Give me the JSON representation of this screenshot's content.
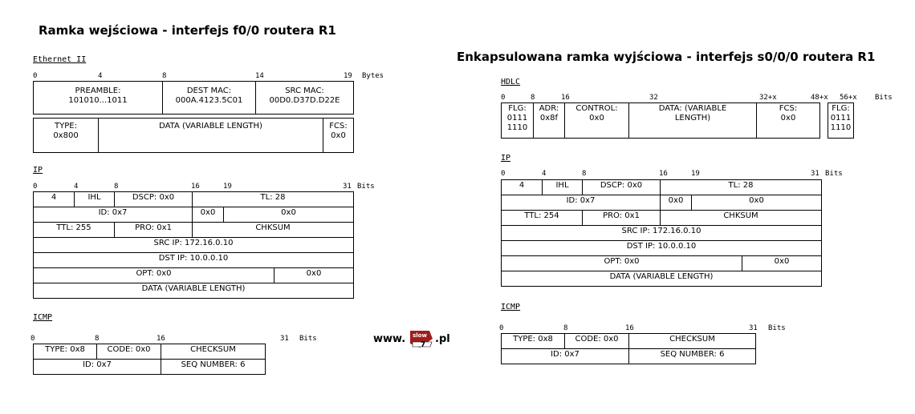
{
  "left_title": "Ramka wejściowa - interfejs f0/0 routera R1",
  "right_title": "Enkapsulowana ramka wyjściowa - interfejs s0/0/0 routera R1",
  "logo": {
    "prefix": "www.",
    "badge_top": "slow",
    "badge_num": "7",
    "suffix": ".pl"
  },
  "eth": {
    "label": "Ethernet II",
    "ruler": [
      "0",
      "4",
      "8",
      "14",
      "19",
      "Bytes"
    ],
    "cells": [
      "PREAMBLE:\n101010...1011",
      "DEST MAC:\n000A.4123.5C01",
      "SRC MAC:\n00D0.D37D.D22E",
      "TYPE:\n0x800",
      "DATA (VARIABLE LENGTH)",
      "FCS:\n0x0"
    ]
  },
  "ip_l": {
    "label": "IP",
    "ruler": [
      "0",
      "4",
      "8",
      "16",
      "19",
      "31",
      "Bits"
    ],
    "cells": [
      "4",
      "IHL",
      "DSCP: 0x0",
      "TL: 28",
      "ID: 0x7",
      "0x0",
      "0x0",
      "TTL: 255",
      "PRO: 0x1",
      "CHKSUM",
      "SRC IP: 172.16.0.10",
      "DST IP: 10.0.0.10",
      "OPT: 0x0",
      "0x0",
      "DATA (VARIABLE LENGTH)"
    ]
  },
  "icmp_l": {
    "label": "ICMP",
    "ruler": [
      "0",
      "8",
      "16",
      "31",
      "Bits"
    ],
    "cells": [
      "TYPE: 0x8",
      "CODE: 0x0",
      "CHECKSUM",
      "ID: 0x7",
      "SEQ NUMBER: 6"
    ]
  },
  "hdlc": {
    "label": "HDLC",
    "ruler": [
      "0",
      "8",
      "16",
      "32",
      "32+x",
      "48+x",
      "56+x",
      "Bits"
    ],
    "cells": [
      "FLG:\n0111\n1110",
      "ADR:\n0x8f",
      "CONTROL:\n0x0",
      "DATA: (VARIABLE\nLENGTH)",
      "FCS:\n0x0",
      "FLG:\n0111\n1110"
    ]
  },
  "ip_r": {
    "label": "IP",
    "ruler": [
      "0",
      "4",
      "8",
      "16",
      "19",
      "31",
      "Bits"
    ],
    "cells": [
      "4",
      "IHL",
      "DSCP: 0x0",
      "TL: 28",
      "ID: 0x7",
      "0x0",
      "0x0",
      "TTL: 254",
      "PRO: 0x1",
      "CHKSUM",
      "SRC IP: 172.16.0.10",
      "DST IP: 10.0.0.10",
      "OPT: 0x0",
      "0x0",
      "DATA (VARIABLE LENGTH)"
    ]
  },
  "icmp_r": {
    "label": "ICMP",
    "ruler": [
      "0",
      "8",
      "16",
      "31",
      "Bits"
    ],
    "cells": [
      "TYPE: 0x8",
      "CODE: 0x0",
      "CHECKSUM",
      "ID: 0x7",
      "SEQ NUMBER: 6"
    ]
  }
}
